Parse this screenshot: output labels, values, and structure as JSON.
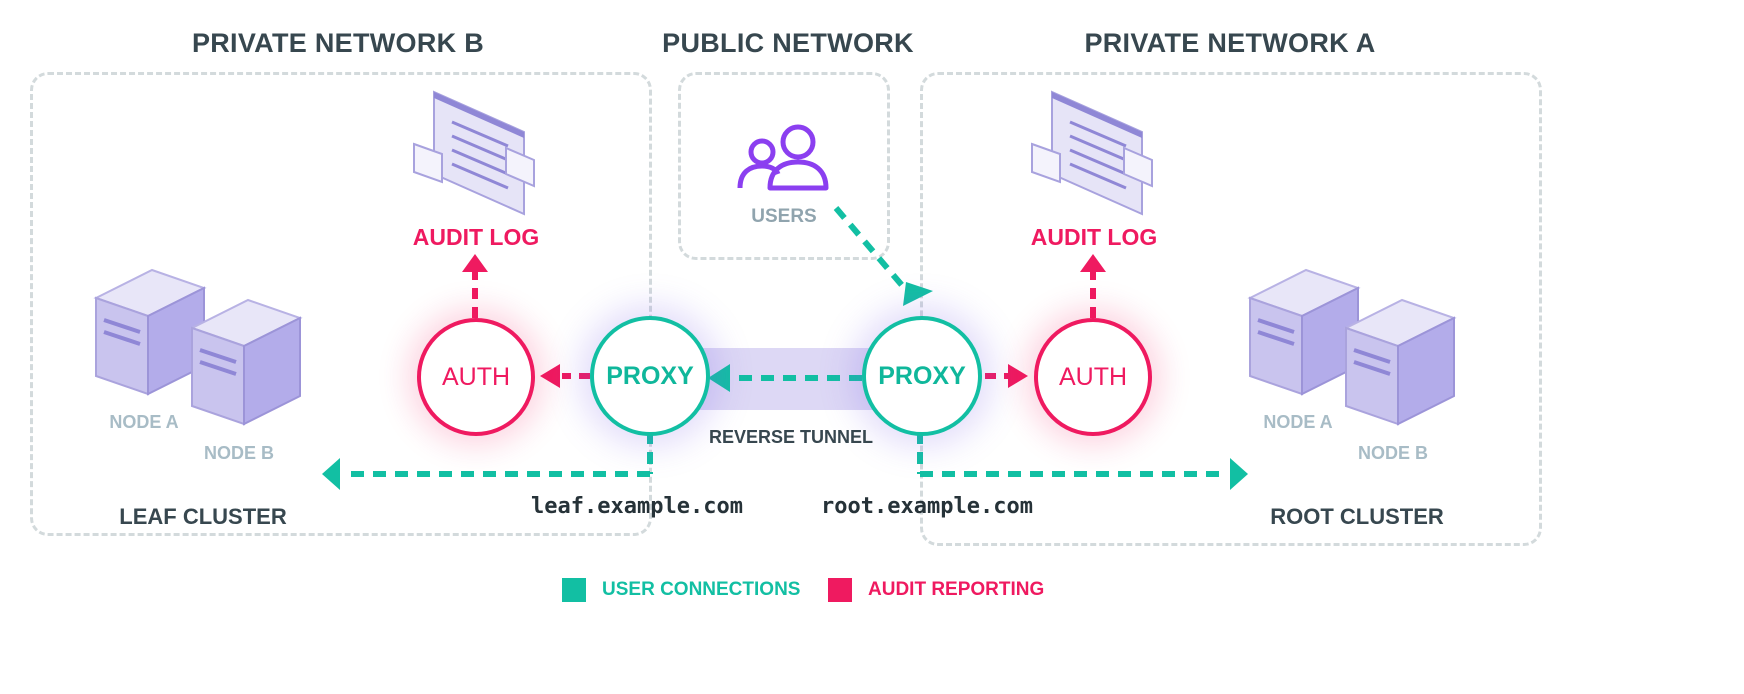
{
  "regions": {
    "private_b": "PRIVATE NETWORK B",
    "public": "PUBLIC NETWORK",
    "private_a": "PRIVATE NETWORK A"
  },
  "leaf": {
    "audit_log": "AUDIT LOG",
    "auth": "AUTH",
    "proxy": "PROXY",
    "node_a": "NODE A",
    "node_b": "NODE B",
    "cluster": "LEAF CLUSTER",
    "domain": "leaf.example.com"
  },
  "root": {
    "audit_log": "AUDIT LOG",
    "auth": "AUTH",
    "proxy": "PROXY",
    "node_a": "NODE A",
    "node_b": "NODE B",
    "cluster": "ROOT CLUSTER",
    "domain": "root.example.com"
  },
  "users": "USERS",
  "tunnel": "REVERSE TUNNEL",
  "legend": {
    "user_connections": "USER CONNECTIONS",
    "audit_reporting": "AUDIT REPORTING"
  },
  "colors": {
    "teal": "#12bfa3",
    "pink": "#ef1a60",
    "purple": "#8b3ff0",
    "zone_border": "#d3dadc",
    "text_dark": "#37474f"
  },
  "icons": [
    "audit-log-icon",
    "users-icon",
    "server-icon"
  ]
}
